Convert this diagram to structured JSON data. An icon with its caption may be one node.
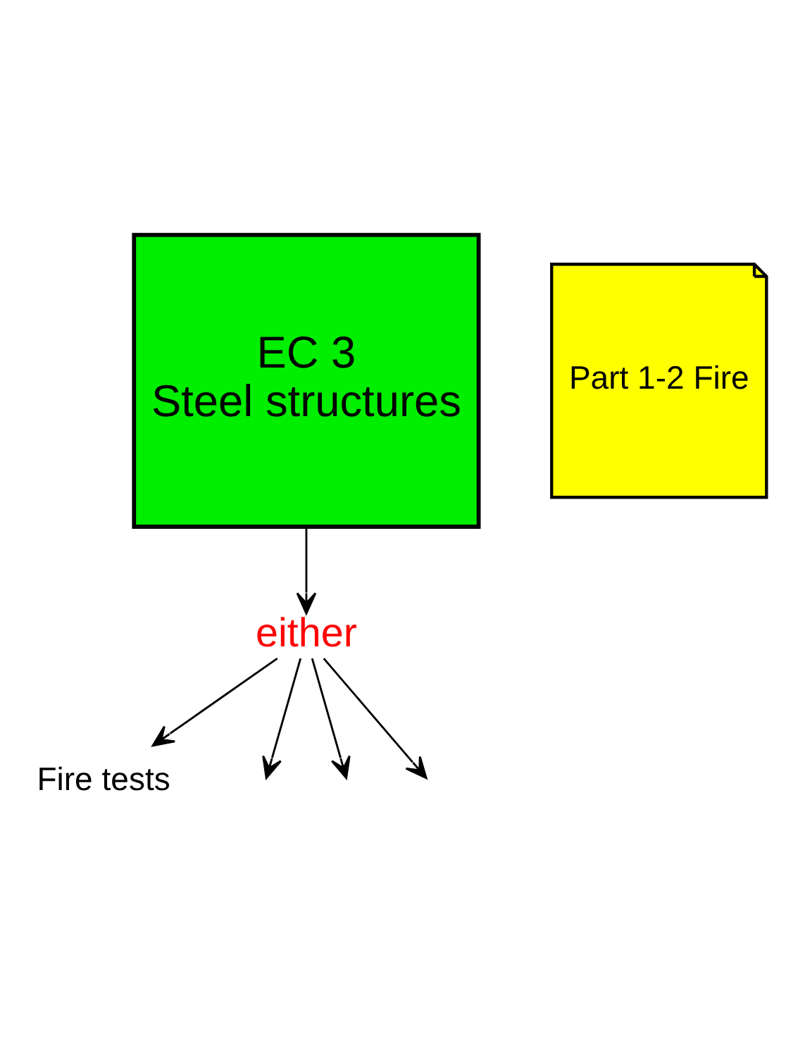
{
  "diagram": {
    "nodes": [
      {
        "text": [
          "EC 3",
          "Steel structures"
        ]
      },
      {
        "text": [
          "Part 1-2 Fire"
        ]
      },
      {
        "text": [
          "either"
        ]
      },
      {
        "text": [
          "Fire tests"
        ]
      }
    ],
    "edges": [
      {
        "from": 0,
        "to": 2,
        "arrow": "to"
      },
      {
        "from": 2,
        "to": null,
        "arrow": "to"
      },
      {
        "from": 2,
        "to": null,
        "arrow": "to"
      },
      {
        "from": 2,
        "to": null,
        "arrow": "to"
      },
      {
        "from": 2,
        "to": 3,
        "arrow": "to"
      }
    ]
  }
}
